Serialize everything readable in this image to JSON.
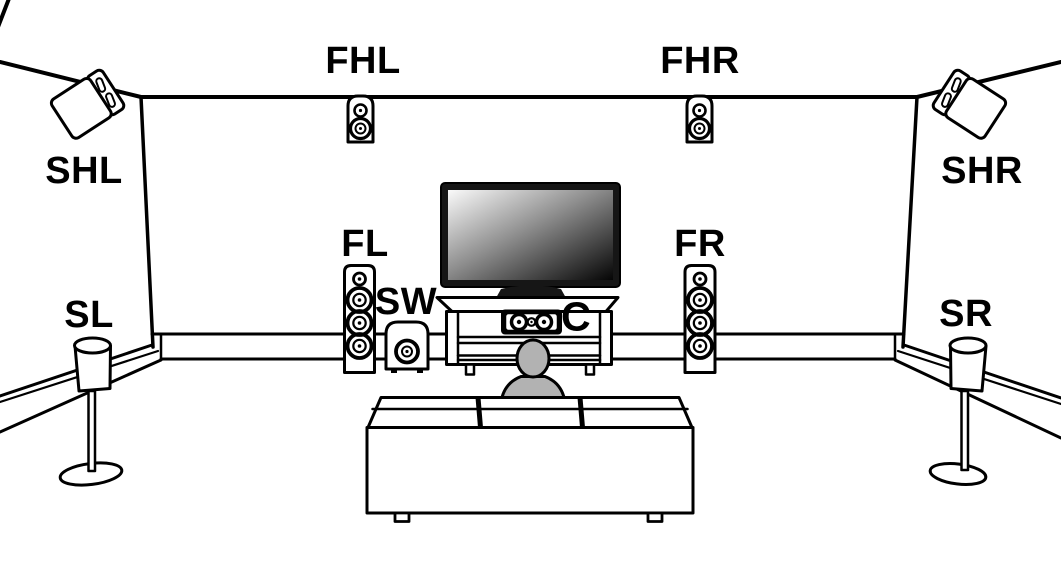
{
  "diagram_title": "surround-speaker-placement-diagram",
  "speaker_labels": {
    "front_height_left": "FHL",
    "front_height_right": "FHR",
    "surround_height_left": "SHL",
    "surround_height_right": "SHR",
    "front_left": "FL",
    "front_right": "FR",
    "subwoofer": "SW",
    "center": "C",
    "surround_left": "SL",
    "surround_right": "SR"
  },
  "colors": {
    "line": "#000000",
    "background": "#ffffff",
    "listener_silhouette": "#b2b2b2",
    "tv_frame": "#161616",
    "tv_screen_gradient_start": "#fafafa",
    "tv_screen_gradient_end": "#050505"
  }
}
